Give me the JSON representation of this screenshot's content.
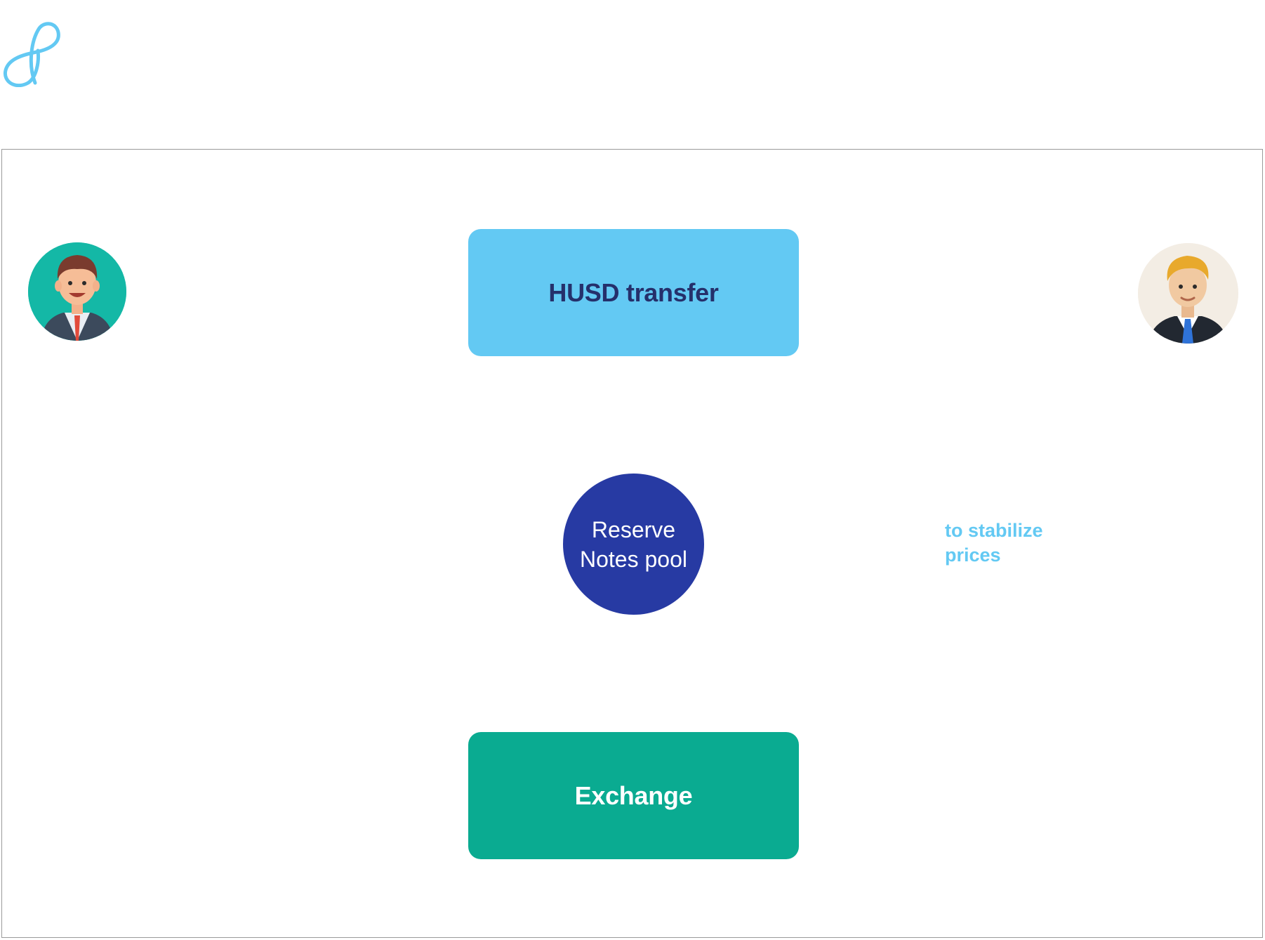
{
  "diagram": {
    "transfer_box": {
      "label": "HUSD transfer"
    },
    "pool": {
      "line1": "Reserve",
      "line2": "Notes pool"
    },
    "exchange_box": {
      "label": "Exchange"
    },
    "annotation": {
      "line1": "to stabilize",
      "line2": "prices"
    }
  },
  "colors": {
    "logo": "#63c9f3",
    "transfer_box": "#63c9f3",
    "transfer_text": "#25306b",
    "pool": "#273aa3",
    "exchange_box": "#0aab91",
    "annotation": "#63c9f3",
    "avatar_left_bg": "#14b8a6",
    "avatar_right_bg": "#f3ede4"
  },
  "icons": {
    "logo": "infinity-loop-logo",
    "avatar_left": "user-avatar-icon",
    "avatar_right": "user-avatar-icon"
  }
}
